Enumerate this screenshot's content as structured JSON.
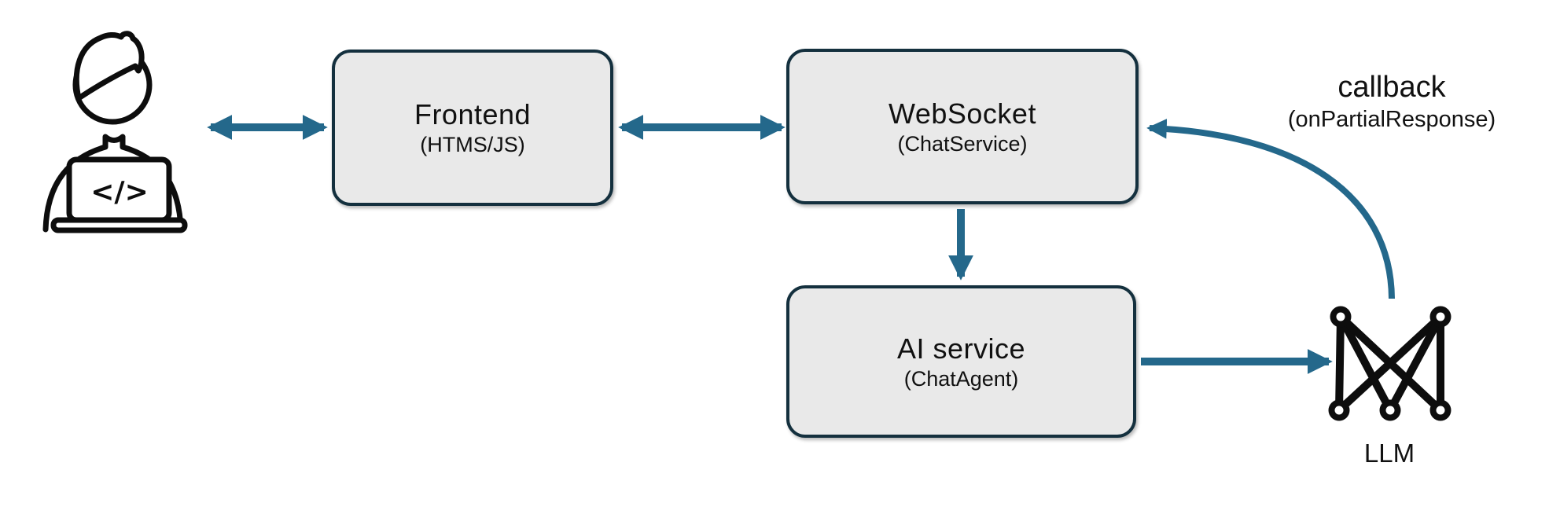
{
  "colors": {
    "arrow": "#24688B",
    "box_fill": "#E9E9E9",
    "box_border": "#14303E",
    "ink": "#0d0d0d",
    "background": "#FFFFFF"
  },
  "nodes": {
    "user": {
      "laptop_glyph": "</>"
    },
    "frontend": {
      "title": "Frontend",
      "subtitle": "(HTMS/JS)"
    },
    "websocket": {
      "title": "WebSocket",
      "subtitle": "(ChatService)"
    },
    "ai_service": {
      "title": "AI service",
      "subtitle": "(ChatAgent)"
    },
    "llm": {
      "label": "LLM"
    }
  },
  "edges": {
    "user_frontend": {
      "direction": "bidirectional"
    },
    "frontend_websocket": {
      "direction": "bidirectional"
    },
    "websocket_ai_service": {
      "direction": "down"
    },
    "ai_service_llm": {
      "direction": "right"
    },
    "llm_websocket_callback": {
      "direction": "curved-return",
      "label": "callback",
      "sublabel": "(onPartialResponse)"
    }
  }
}
